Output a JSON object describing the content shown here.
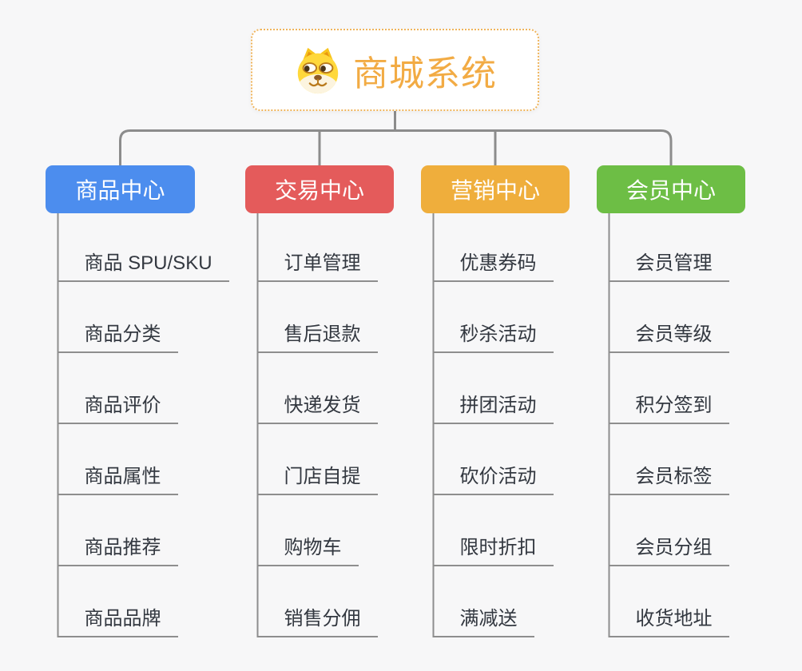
{
  "root": {
    "title": "商城系统",
    "icon": "dog-face-icon"
  },
  "branches": [
    {
      "label": "商品中心",
      "color": "#4C8DEE",
      "items": [
        "商品 SPU/SKU",
        "商品分类",
        "商品评价",
        "商品属性",
        "商品推荐",
        "商品品牌"
      ]
    },
    {
      "label": "交易中心",
      "color": "#E45B5B",
      "items": [
        "订单管理",
        "售后退款",
        "快递发货",
        "门店自提",
        "购物车",
        "销售分佣"
      ]
    },
    {
      "label": "营销中心",
      "color": "#EFAE3C",
      "items": [
        "优惠券码",
        "秒杀活动",
        "拼团活动",
        "砍价活动",
        "限时折扣",
        "满减送"
      ]
    },
    {
      "label": "会员中心",
      "color": "#6DBE45",
      "items": [
        "会员管理",
        "会员等级",
        "积分签到",
        "会员标签",
        "会员分组",
        "收货地址"
      ]
    }
  ],
  "colors": {
    "background": "#F7F7F8",
    "connector": "#8C8C8C",
    "underline": "#8E8E8E",
    "item_text": "#333840",
    "root_text": "#F2AB44",
    "root_border": "#EFB45C"
  }
}
